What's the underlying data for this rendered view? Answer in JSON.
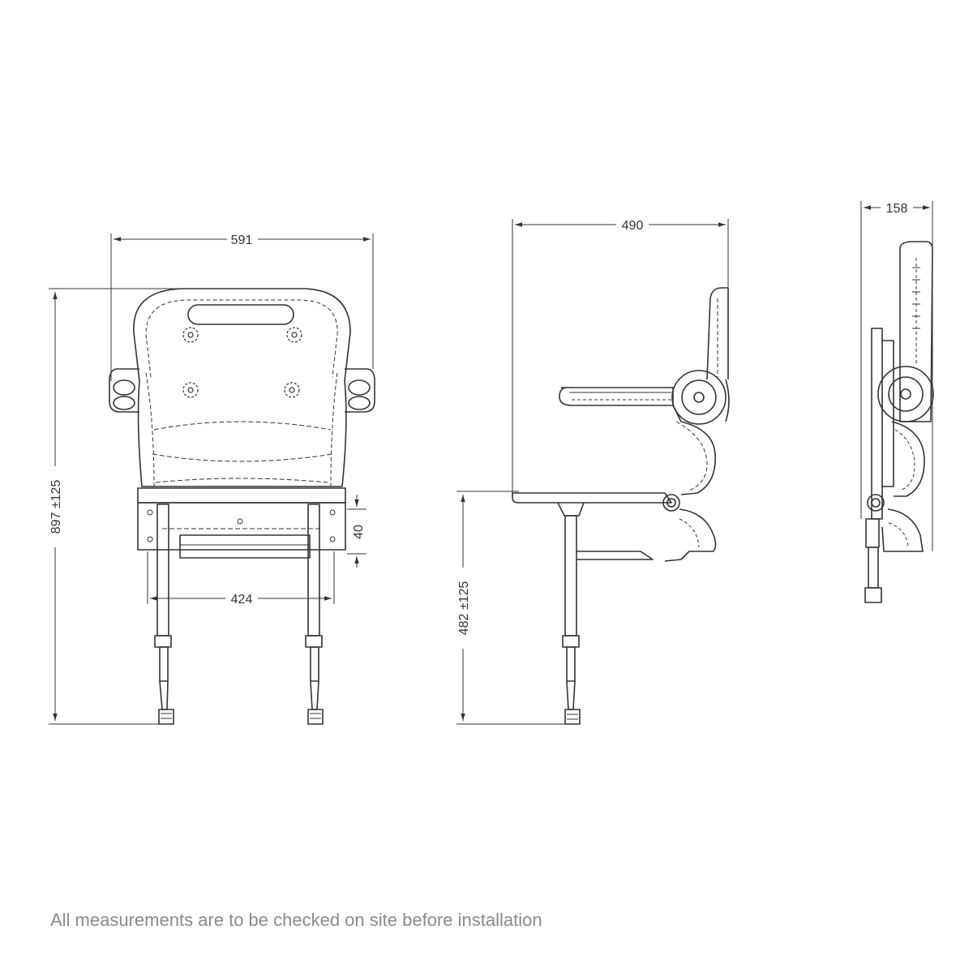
{
  "colors": {
    "line": "#333333",
    "note": "#8a8a8a",
    "background": "#ffffff"
  },
  "front_view": {
    "overall_width": "591",
    "overall_height": "897 ±125",
    "leg_spacing": "424",
    "seat_thickness": "40"
  },
  "side_view": {
    "overall_depth": "490",
    "seat_height": "482 ±125"
  },
  "folded_view": {
    "folded_depth": "158"
  },
  "note": "All measurements are to be checked on site before installation"
}
